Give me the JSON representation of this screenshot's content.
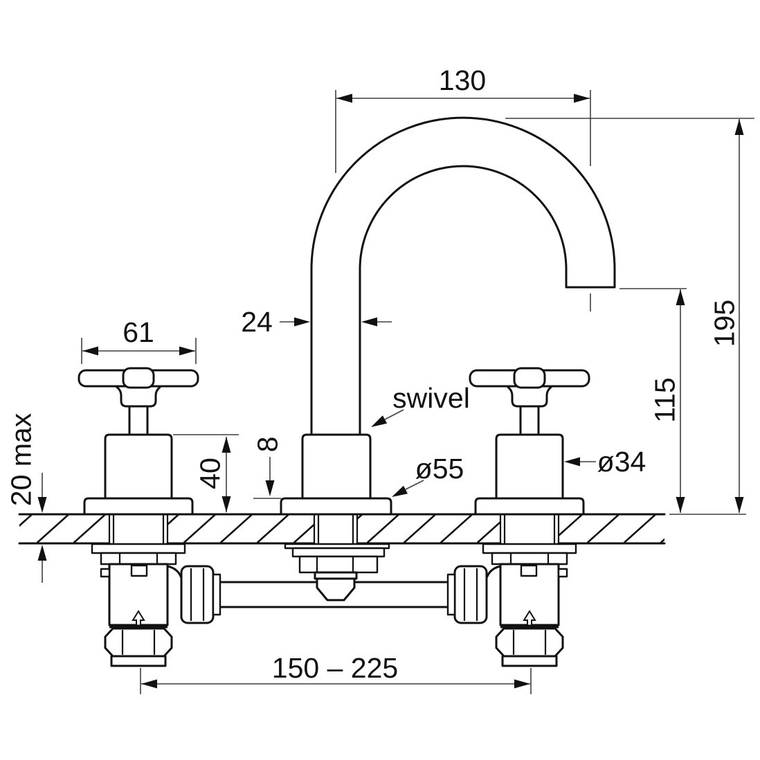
{
  "drawing": {
    "labels": {
      "spout_reach": "130",
      "overall_height": "195",
      "spout_outlet_height": "115",
      "handle_width": "61",
      "spout_tube_dia": "24",
      "swivel_note": "swivel",
      "spout_base_dia": "ø55",
      "handle_body_dia": "ø34",
      "handle_body_height": "40",
      "base_flange_height": "8",
      "max_deck_thickness": "20 max",
      "inlet_centres": "150 – 225"
    },
    "colors": {
      "line": "#111111",
      "dim_line": "#3f3f3f",
      "background": "#ffffff"
    }
  }
}
